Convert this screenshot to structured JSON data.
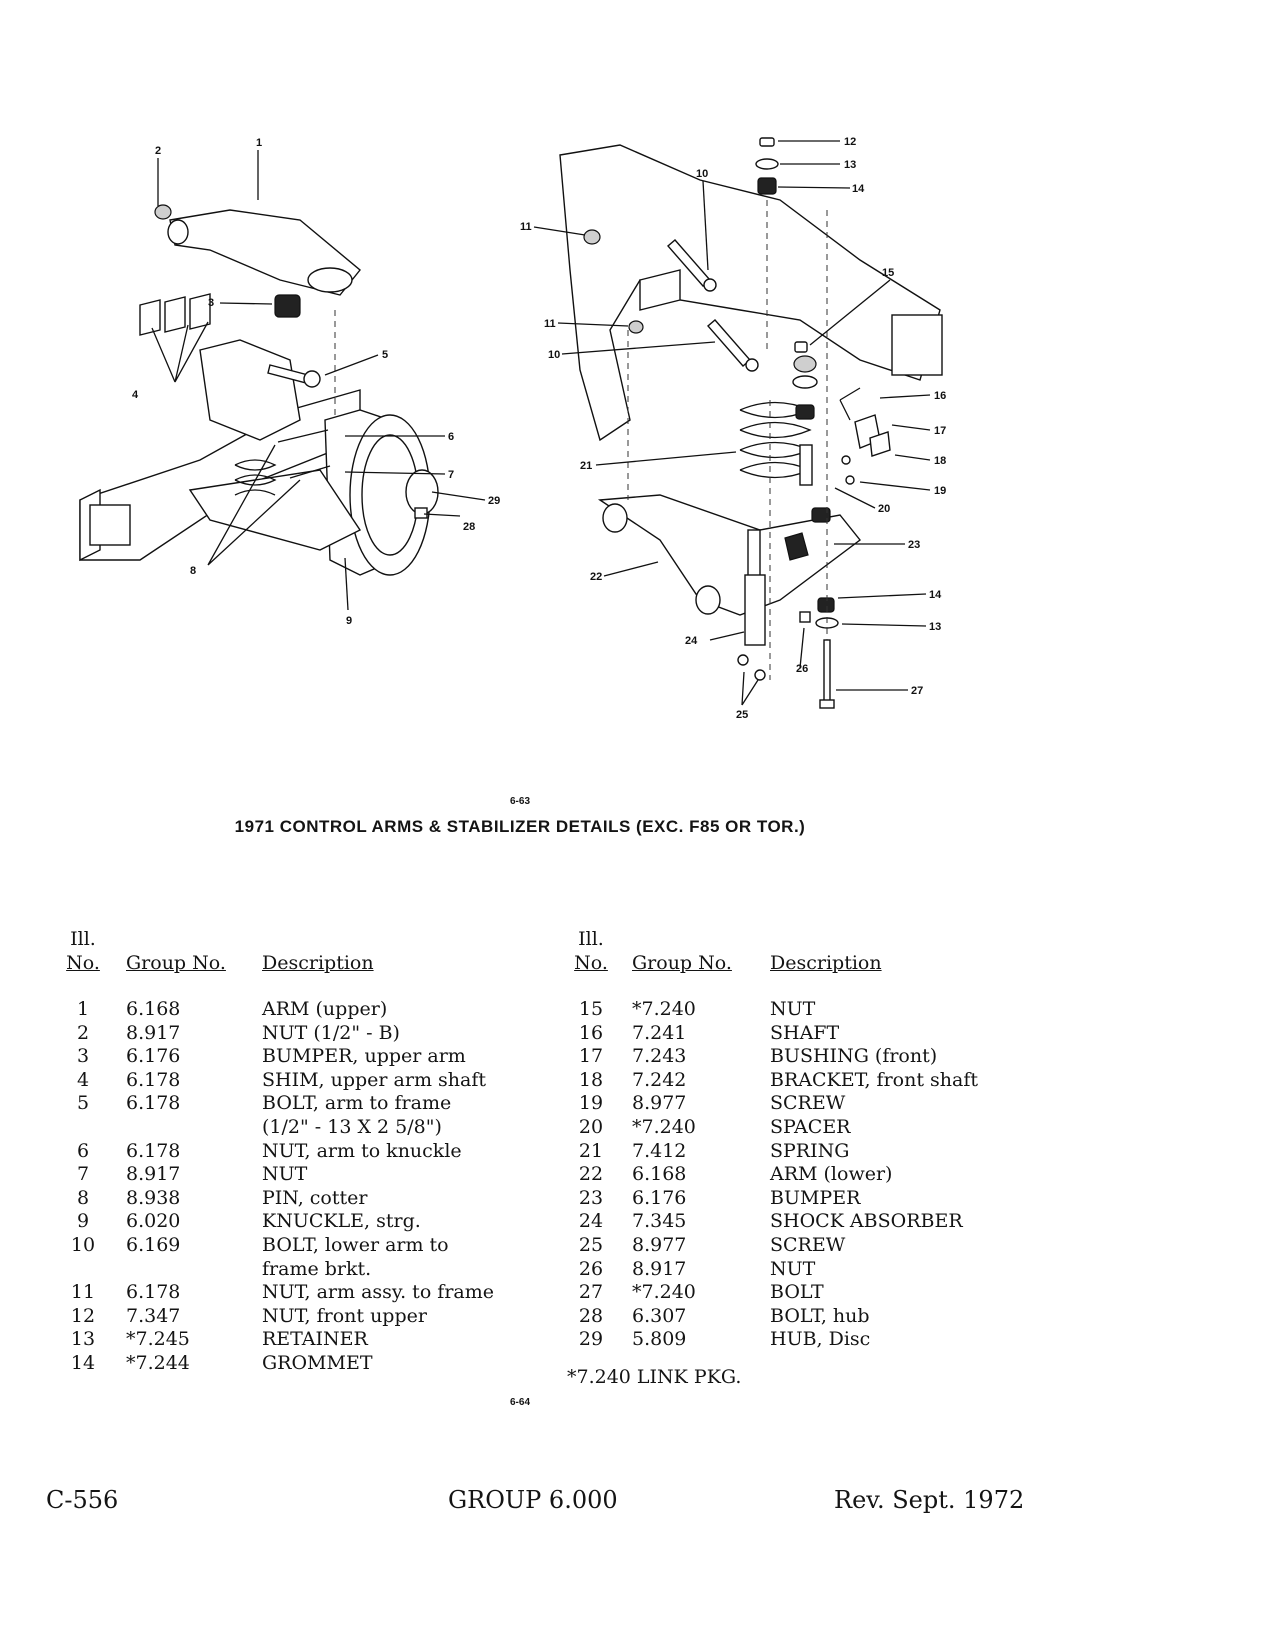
{
  "figure": {
    "callouts": [
      "1",
      "2",
      "3",
      "4",
      "5",
      "6",
      "7",
      "8",
      "9",
      "10",
      "11",
      "12",
      "13",
      "14",
      "15",
      "16",
      "17",
      "18",
      "19",
      "20",
      "21",
      "22",
      "23",
      "24",
      "25",
      "26",
      "27",
      "28",
      "29"
    ],
    "figure_number": "6-63",
    "title": "1971 CONTROL ARMS & STABILIZER DETAILS (EXC. F85 OR TOR.)"
  },
  "table_headers": {
    "ill_top": "Ill.",
    "no": "No.",
    "group_no": "Group No.",
    "description": "Description"
  },
  "left_rows": [
    {
      "no": "1",
      "group": "6.168",
      "desc": "ARM (upper)"
    },
    {
      "no": "2",
      "group": "8.917",
      "desc": "NUT (1/2\" - B)"
    },
    {
      "no": "3",
      "group": "6.176",
      "desc": "BUMPER, upper arm"
    },
    {
      "no": "4",
      "group": "6.178",
      "desc": "SHIM, upper arm shaft"
    },
    {
      "no": "5",
      "group": "6.178",
      "desc": "BOLT, arm to frame"
    },
    {
      "no": "",
      "group": "",
      "desc": "(1/2\" - 13 X 2 5/8\")"
    },
    {
      "no": "6",
      "group": "6.178",
      "desc": "NUT, arm to knuckle"
    },
    {
      "no": "7",
      "group": "8.917",
      "desc": "NUT"
    },
    {
      "no": "8",
      "group": "8.938",
      "desc": "PIN, cotter"
    },
    {
      "no": "9",
      "group": "6.020",
      "desc": "KNUCKLE, strg."
    },
    {
      "no": "10",
      "group": "6.169",
      "desc": "BOLT, lower arm to"
    },
    {
      "no": "",
      "group": "",
      "desc": "frame brkt."
    },
    {
      "no": "11",
      "group": "6.178",
      "desc": "NUT, arm assy. to frame"
    },
    {
      "no": "12",
      "group": "7.347",
      "desc": "NUT, front upper"
    },
    {
      "no": "13",
      "group": "*7.245",
      "desc": "RETAINER"
    },
    {
      "no": "14",
      "group": "*7.244",
      "desc": "GROMMET"
    }
  ],
  "right_rows": [
    {
      "no": "15",
      "group": "*7.240",
      "desc": "NUT"
    },
    {
      "no": "16",
      "group": "7.241",
      "desc": "SHAFT"
    },
    {
      "no": "17",
      "group": "7.243",
      "desc": "BUSHING (front)"
    },
    {
      "no": "18",
      "group": "7.242",
      "desc": "BRACKET, front shaft"
    },
    {
      "no": "19",
      "group": "8.977",
      "desc": "SCREW"
    },
    {
      "no": "20",
      "group": "*7.240",
      "desc": "SPACER"
    },
    {
      "no": "21",
      "group": "7.412",
      "desc": "SPRING"
    },
    {
      "no": "22",
      "group": "6.168",
      "desc": "ARM (lower)"
    },
    {
      "no": "23",
      "group": "6.176",
      "desc": "BUMPER"
    },
    {
      "no": "24",
      "group": "7.345",
      "desc": "SHOCK ABSORBER"
    },
    {
      "no": "25",
      "group": "8.977",
      "desc": "SCREW"
    },
    {
      "no": "26",
      "group": "8.917",
      "desc": "NUT"
    },
    {
      "no": "27",
      "group": "*7.240",
      "desc": "BOLT"
    },
    {
      "no": "28",
      "group": "6.307",
      "desc": "BOLT, hub"
    },
    {
      "no": "29",
      "group": "5.809",
      "desc": "HUB, Disc"
    }
  ],
  "link_note": "*7.240 LINK PKG.",
  "figure_number_2": "6-64",
  "footer": {
    "page": "C-556",
    "group": "GROUP 6.000",
    "revision": "Rev. Sept. 1972"
  }
}
